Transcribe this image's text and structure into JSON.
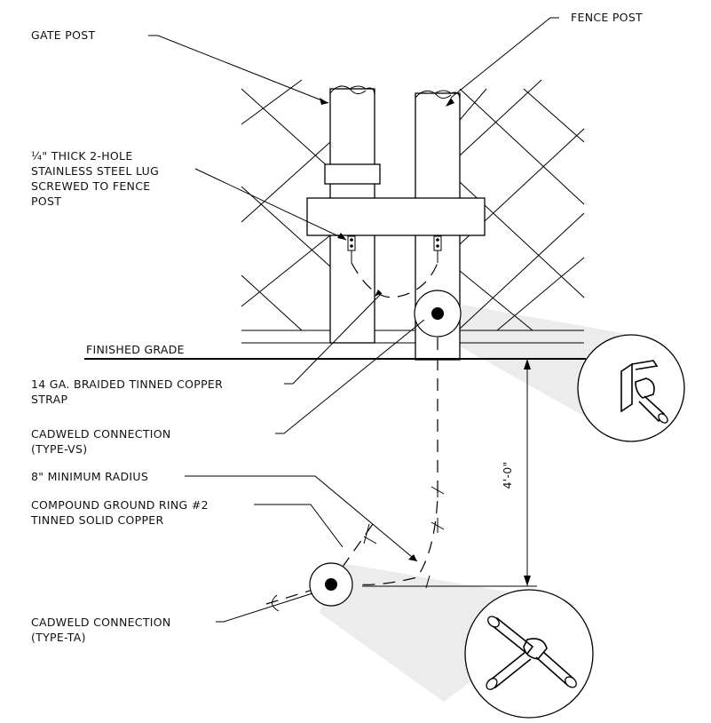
{
  "labels": {
    "gate_post": "GATE POST",
    "fence_post": "FENCE POST",
    "lug": [
      "¼\" THICK 2-HOLE",
      "STAINLESS STEEL LUG",
      "SCREWED TO FENCE",
      "POST"
    ],
    "finished_grade": "FINISHED GRADE",
    "strap": [
      "14 GA. BRAIDED TINNED COPPER",
      "STRAP"
    ],
    "cadweld_vs": [
      "CADWELD CONNECTION",
      "(TYPE-VS)"
    ],
    "radius": "8\" MINIMUM RADIUS",
    "ground_ring": [
      "COMPOUND GROUND RING #2",
      "TINNED SOLID COPPER"
    ],
    "cadweld_ta": [
      "CADWELD CONNECTION",
      "(TYPE-TA)"
    ],
    "depth": "4'-0\""
  }
}
